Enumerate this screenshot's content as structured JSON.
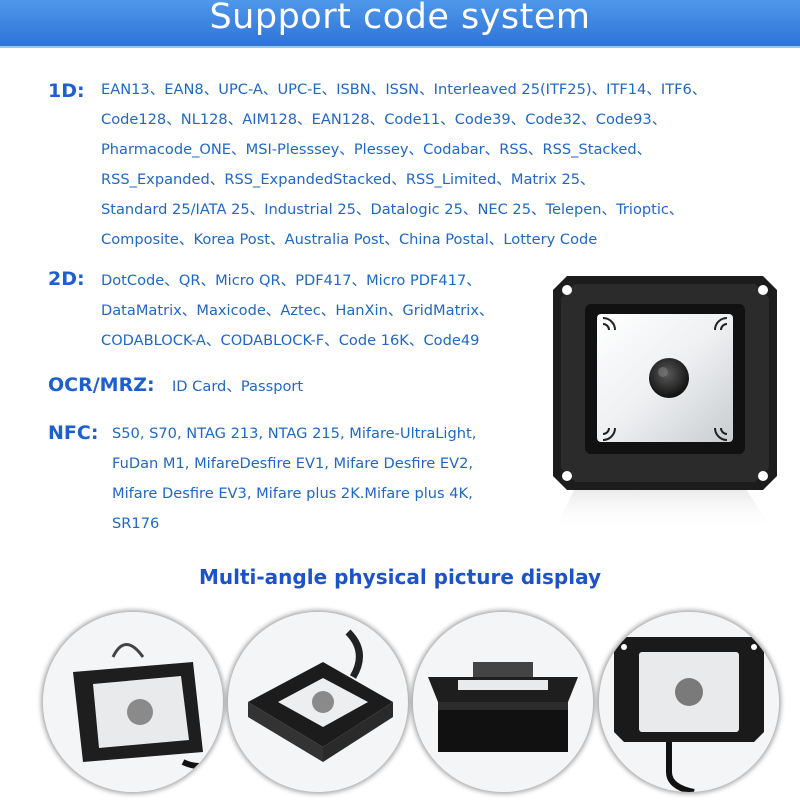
{
  "header": {
    "title": "Support code system"
  },
  "sections": {
    "d1": {
      "label": "1D:",
      "lines": [
        "EAN13、EAN8、UPC-A、UPC-E、ISBN、ISSN、Interleaved 25(ITF25)、ITF14、ITF6、",
        "Code128、NL128、AIM128、EAN128、Code11、Code39、Code32、Code93、",
        "Pharmacode_ONE、MSI-Plesssey、Plessey、Codabar、RSS、RSS_Stacked、",
        "RSS_Expanded、RSS_ExpandedStacked、RSS_Limited、Matrix 25、",
        "Standard 25/IATA 25、Industrial 25、Datalogic 25、NEC 25、Telepen、Trioptic、",
        "Composite、Korea Post、Australia Post、China Postal、Lottery Code"
      ]
    },
    "d2": {
      "label": "2D:",
      "lines": [
        "DotCode、QR、Micro QR、PDF417、Micro PDF417、",
        "DataMatrix、Maxicode、Aztec、HanXin、GridMatrix、",
        "CODABLOCK-A、CODABLOCK-F、Code 16K、Code49"
      ]
    },
    "ocr": {
      "label": "OCR/MRZ:",
      "lines": [
        "ID Card、Passport"
      ]
    },
    "nfc": {
      "label": "NFC:",
      "lines": [
        "S50, S70, NTAG 213, NTAG 215, Mifare-UltraLight,",
        "FuDan M1, MifareDesfire EV1, Mifare Desfire EV2,",
        "Mifare Desfire EV3, Mifare plus 2K.Mifare plus 4K,",
        "SR176"
      ]
    }
  },
  "gallery": {
    "title": "Multi-angle physical picture display"
  },
  "colors": {
    "header_bg": "#3a83e0",
    "label": "#1e5fd0",
    "text": "#1f67c8",
    "subtitle": "#1d53c8"
  }
}
